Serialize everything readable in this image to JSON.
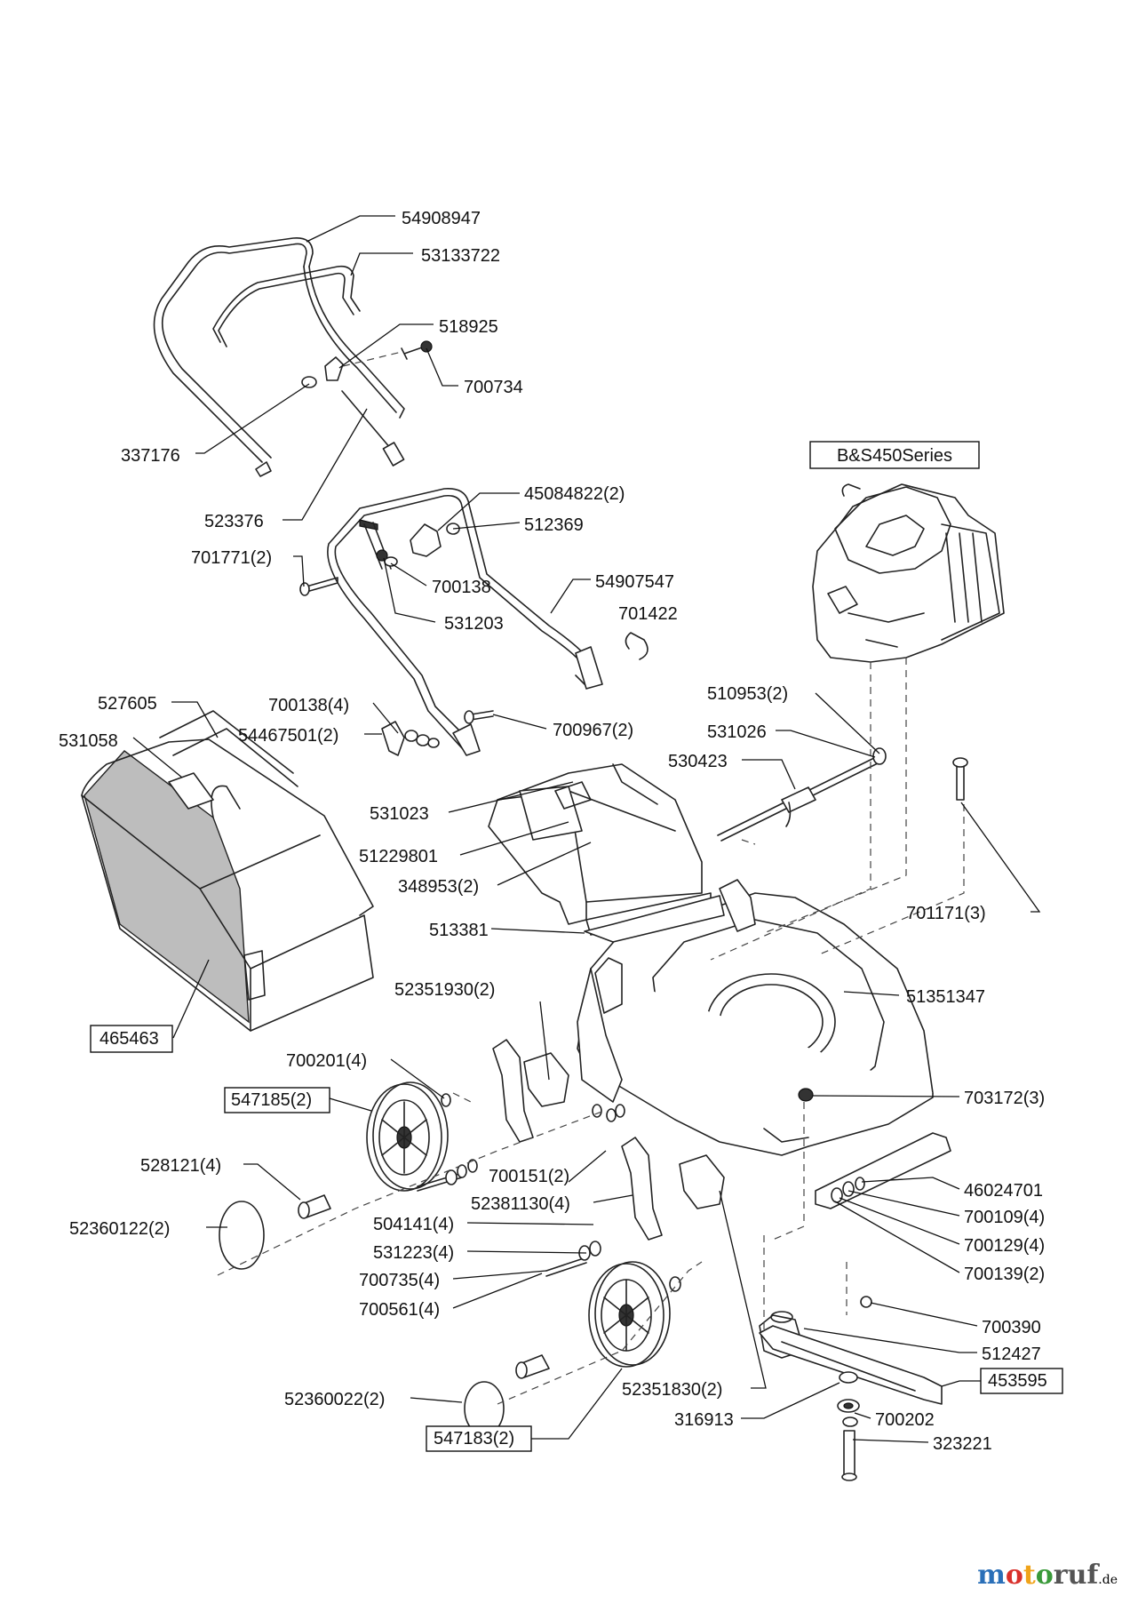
{
  "engine_label": "B&S450Series",
  "part_labels": [
    {
      "id": "p1",
      "text": "54908947"
    },
    {
      "id": "p2",
      "text": "53133722"
    },
    {
      "id": "p3",
      "text": "518925"
    },
    {
      "id": "p4",
      "text": "700734"
    },
    {
      "id": "p5",
      "text": "337176"
    },
    {
      "id": "p6",
      "text": "523376"
    },
    {
      "id": "p7",
      "text": "45084822(2)"
    },
    {
      "id": "p8",
      "text": "512369"
    },
    {
      "id": "p9",
      "text": "701771(2)"
    },
    {
      "id": "p10",
      "text": "700138"
    },
    {
      "id": "p11",
      "text": "54907547"
    },
    {
      "id": "p12",
      "text": "531203"
    },
    {
      "id": "p13",
      "text": "701422"
    },
    {
      "id": "p14",
      "text": "527605"
    },
    {
      "id": "p15",
      "text": "700138(4)"
    },
    {
      "id": "p16",
      "text": "510953(2)"
    },
    {
      "id": "p17",
      "text": "531058"
    },
    {
      "id": "p18",
      "text": "54467501(2)"
    },
    {
      "id": "p19",
      "text": "700967(2)"
    },
    {
      "id": "p20",
      "text": "531026"
    },
    {
      "id": "p21",
      "text": "530423"
    },
    {
      "id": "p22",
      "text": "531023"
    },
    {
      "id": "p23",
      "text": "51229801"
    },
    {
      "id": "p24",
      "text": "348953(2)"
    },
    {
      "id": "p25",
      "text": "701171(3)"
    },
    {
      "id": "p26",
      "text": "513381"
    },
    {
      "id": "p27",
      "text": "52351930(2)"
    },
    {
      "id": "p28",
      "text": "51351347"
    },
    {
      "id": "p29",
      "text": "465463",
      "boxed": true
    },
    {
      "id": "p30",
      "text": "700201(4)"
    },
    {
      "id": "p31",
      "text": "547185(2)",
      "boxed": true
    },
    {
      "id": "p32",
      "text": "703172(3)"
    },
    {
      "id": "p33",
      "text": "528121(4)"
    },
    {
      "id": "p34",
      "text": "700151(2)"
    },
    {
      "id": "p35",
      "text": "52381130(4)"
    },
    {
      "id": "p36",
      "text": "46024701"
    },
    {
      "id": "p37",
      "text": "52360122(2)"
    },
    {
      "id": "p38",
      "text": "700109(4)"
    },
    {
      "id": "p39",
      "text": "504141(4)"
    },
    {
      "id": "p40",
      "text": "700129(4)"
    },
    {
      "id": "p41",
      "text": "531223(4)"
    },
    {
      "id": "p42",
      "text": "700139(2)"
    },
    {
      "id": "p43",
      "text": "700735(4)"
    },
    {
      "id": "p44",
      "text": "700561(4)"
    },
    {
      "id": "p45",
      "text": "700390"
    },
    {
      "id": "p46",
      "text": "512427"
    },
    {
      "id": "p47",
      "text": "453595",
      "boxed": true
    },
    {
      "id": "p48",
      "text": "52351830(2)"
    },
    {
      "id": "p49",
      "text": "52360022(2)"
    },
    {
      "id": "p50",
      "text": "316913"
    },
    {
      "id": "p51",
      "text": "700202"
    },
    {
      "id": "p52",
      "text": "547183(2)",
      "boxed": true
    },
    {
      "id": "p53",
      "text": "323221"
    }
  ],
  "watermark": {
    "name": "motoruf",
    "tld": ".de"
  }
}
